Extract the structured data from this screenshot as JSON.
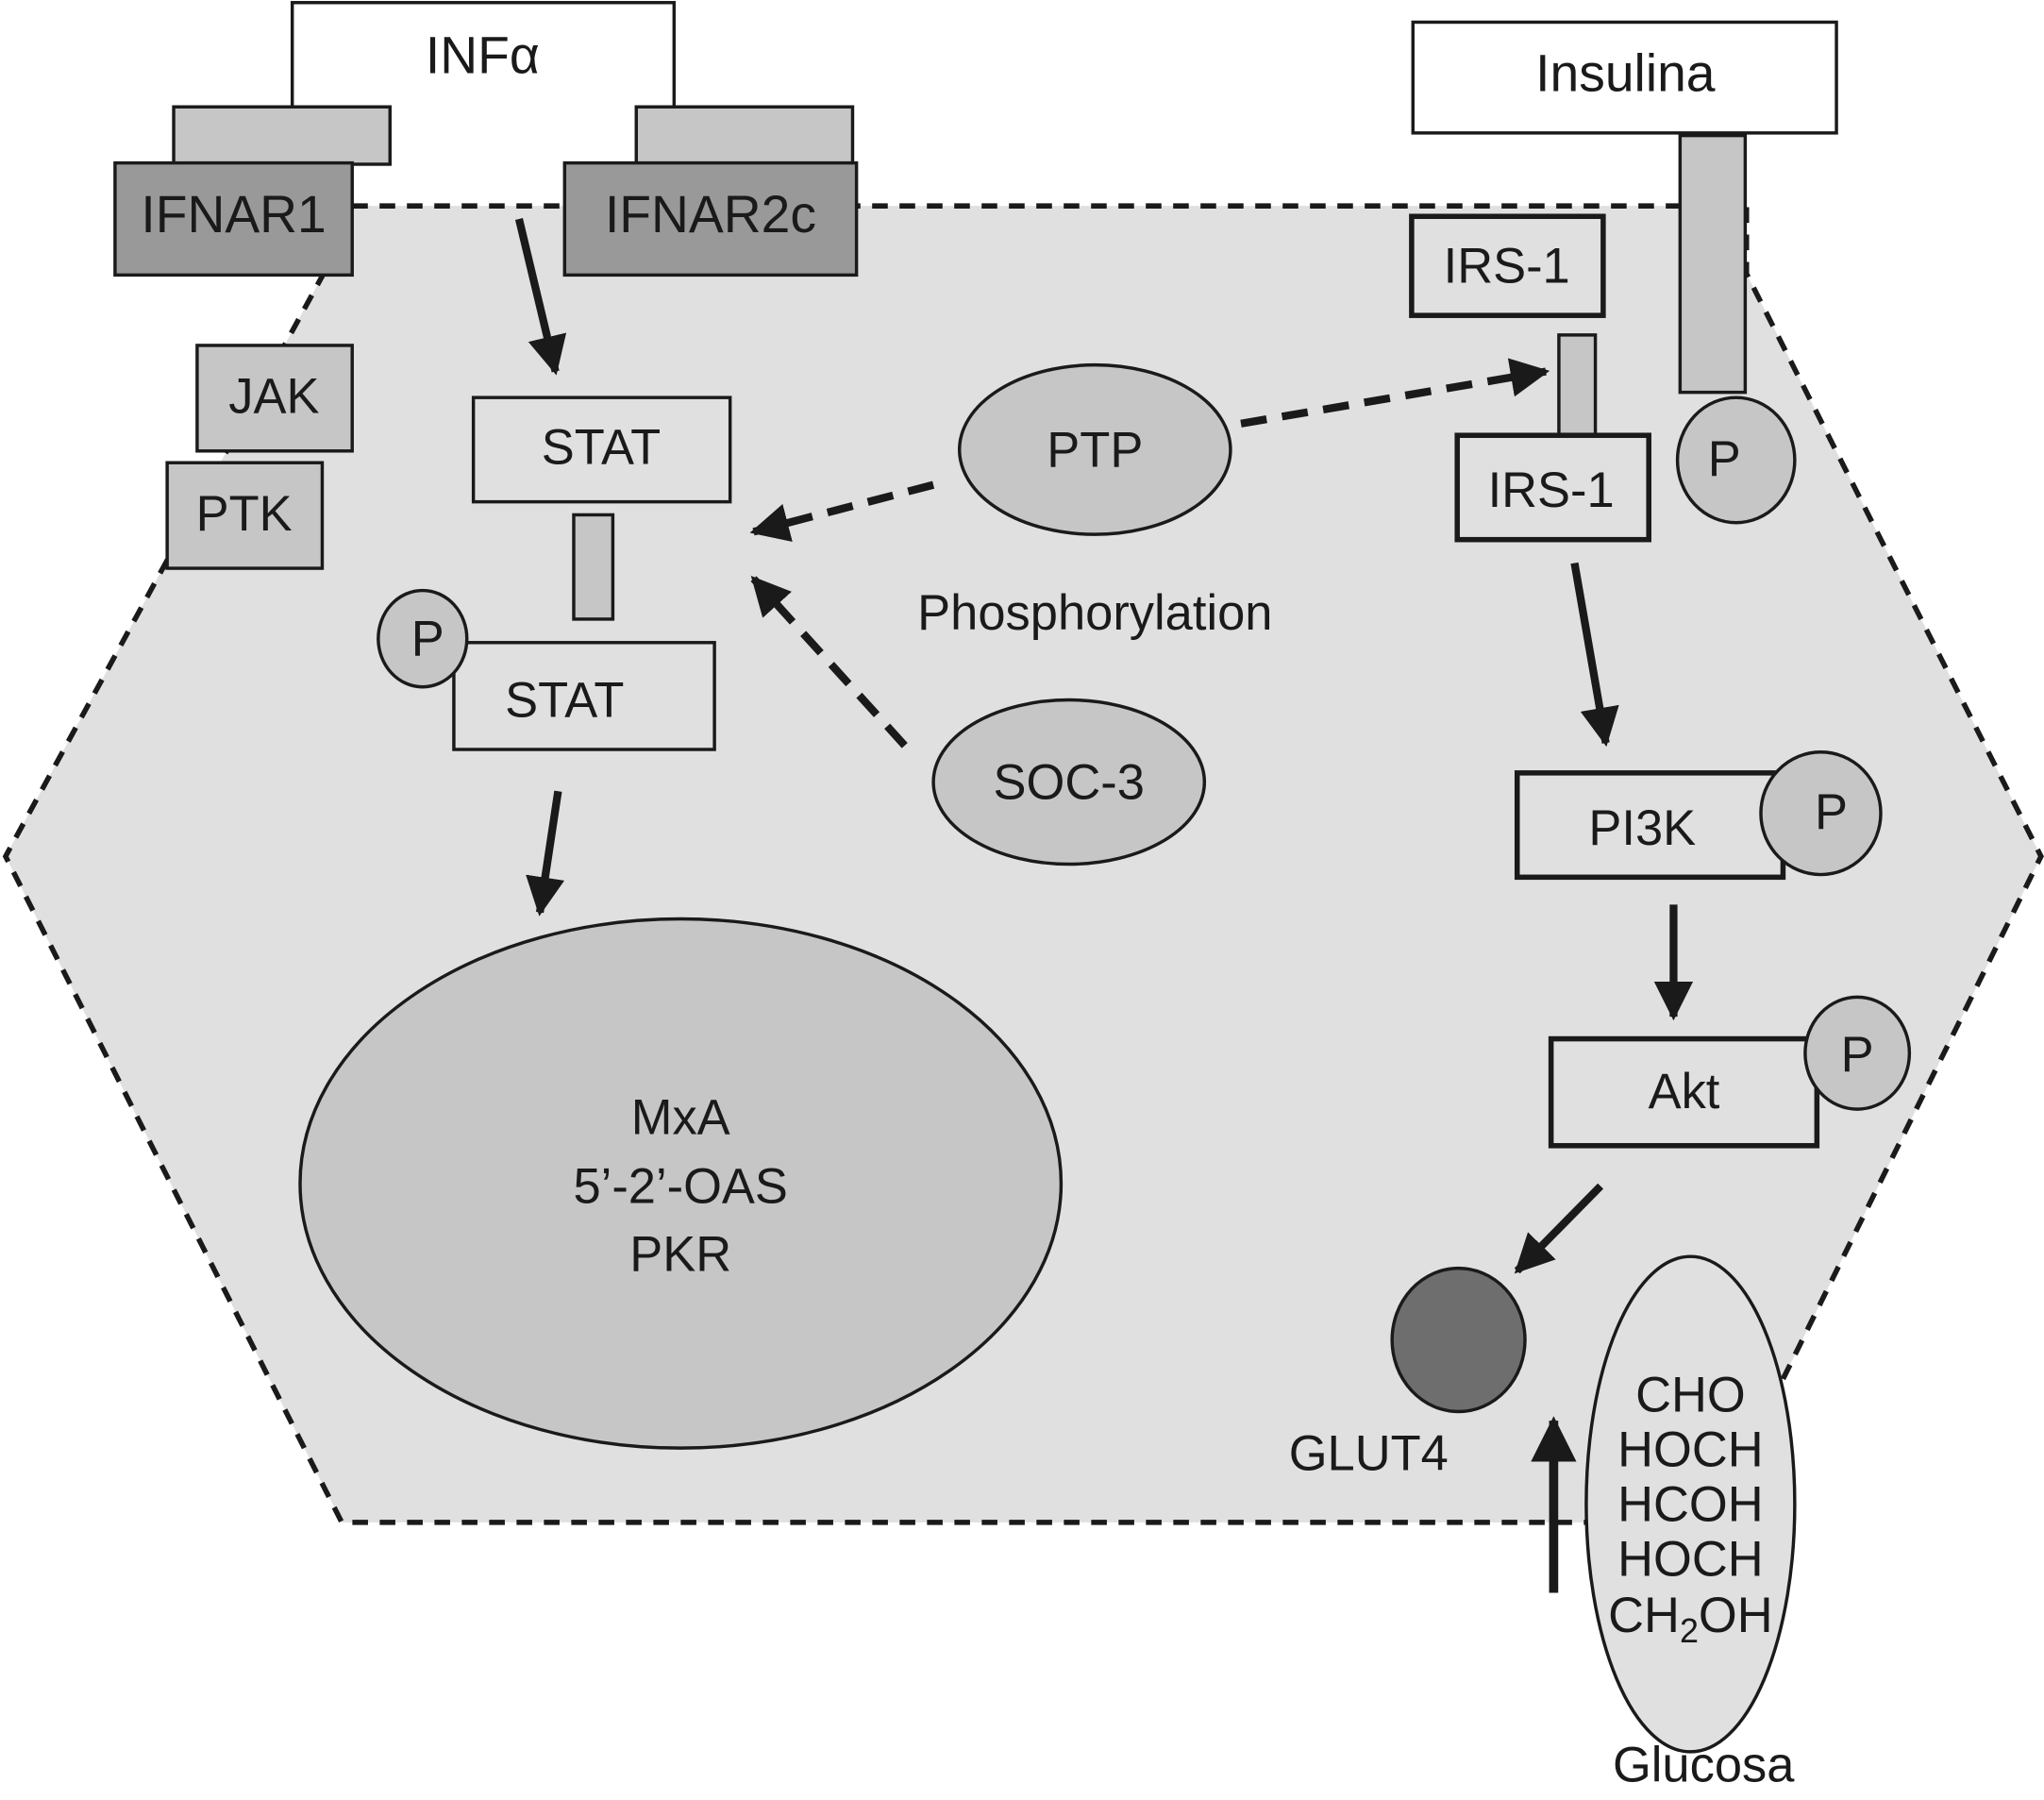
{
  "ligands": {
    "interferon": "INFα",
    "insulin": "Insulina"
  },
  "receptors": {
    "ifnar1": "IFNAR1",
    "ifnar2c": "IFNAR2c"
  },
  "kinases": {
    "jak": "JAK",
    "ptk": "PTK"
  },
  "stat": {
    "upper": "STAT",
    "lower": "STAT",
    "phospho": "P"
  },
  "regulators": {
    "ptp": "PTP",
    "soc3": "SOC-3",
    "phosphorylation_label": "Phosphorylation"
  },
  "nucleus_genes": [
    "MxA",
    "5’-2’-OAS",
    "PKR"
  ],
  "insulin_pathway": {
    "irs1_upper": "IRS-1",
    "irs1_lower": "IRS-1",
    "receptor_phospho": "P",
    "pi3k": "PI3K",
    "pi3k_phospho": "P",
    "akt": "Akt",
    "akt_phospho": "P",
    "glut4": "GLUT4"
  },
  "glucose": {
    "formula_lines": [
      "CHO",
      "HOCH",
      "HCOH",
      "HOCH"
    ],
    "last_line_prefix": "CH",
    "last_line_sub": "2",
    "last_line_suffix": "OH",
    "label": "Glucosa"
  },
  "colors": {
    "cell_fill": "#e0e0e0",
    "light_gray": "#c6c6c6",
    "dark_gray": "#999999",
    "glut4": "#6e6e6e",
    "stroke": "#1a1a1a"
  }
}
